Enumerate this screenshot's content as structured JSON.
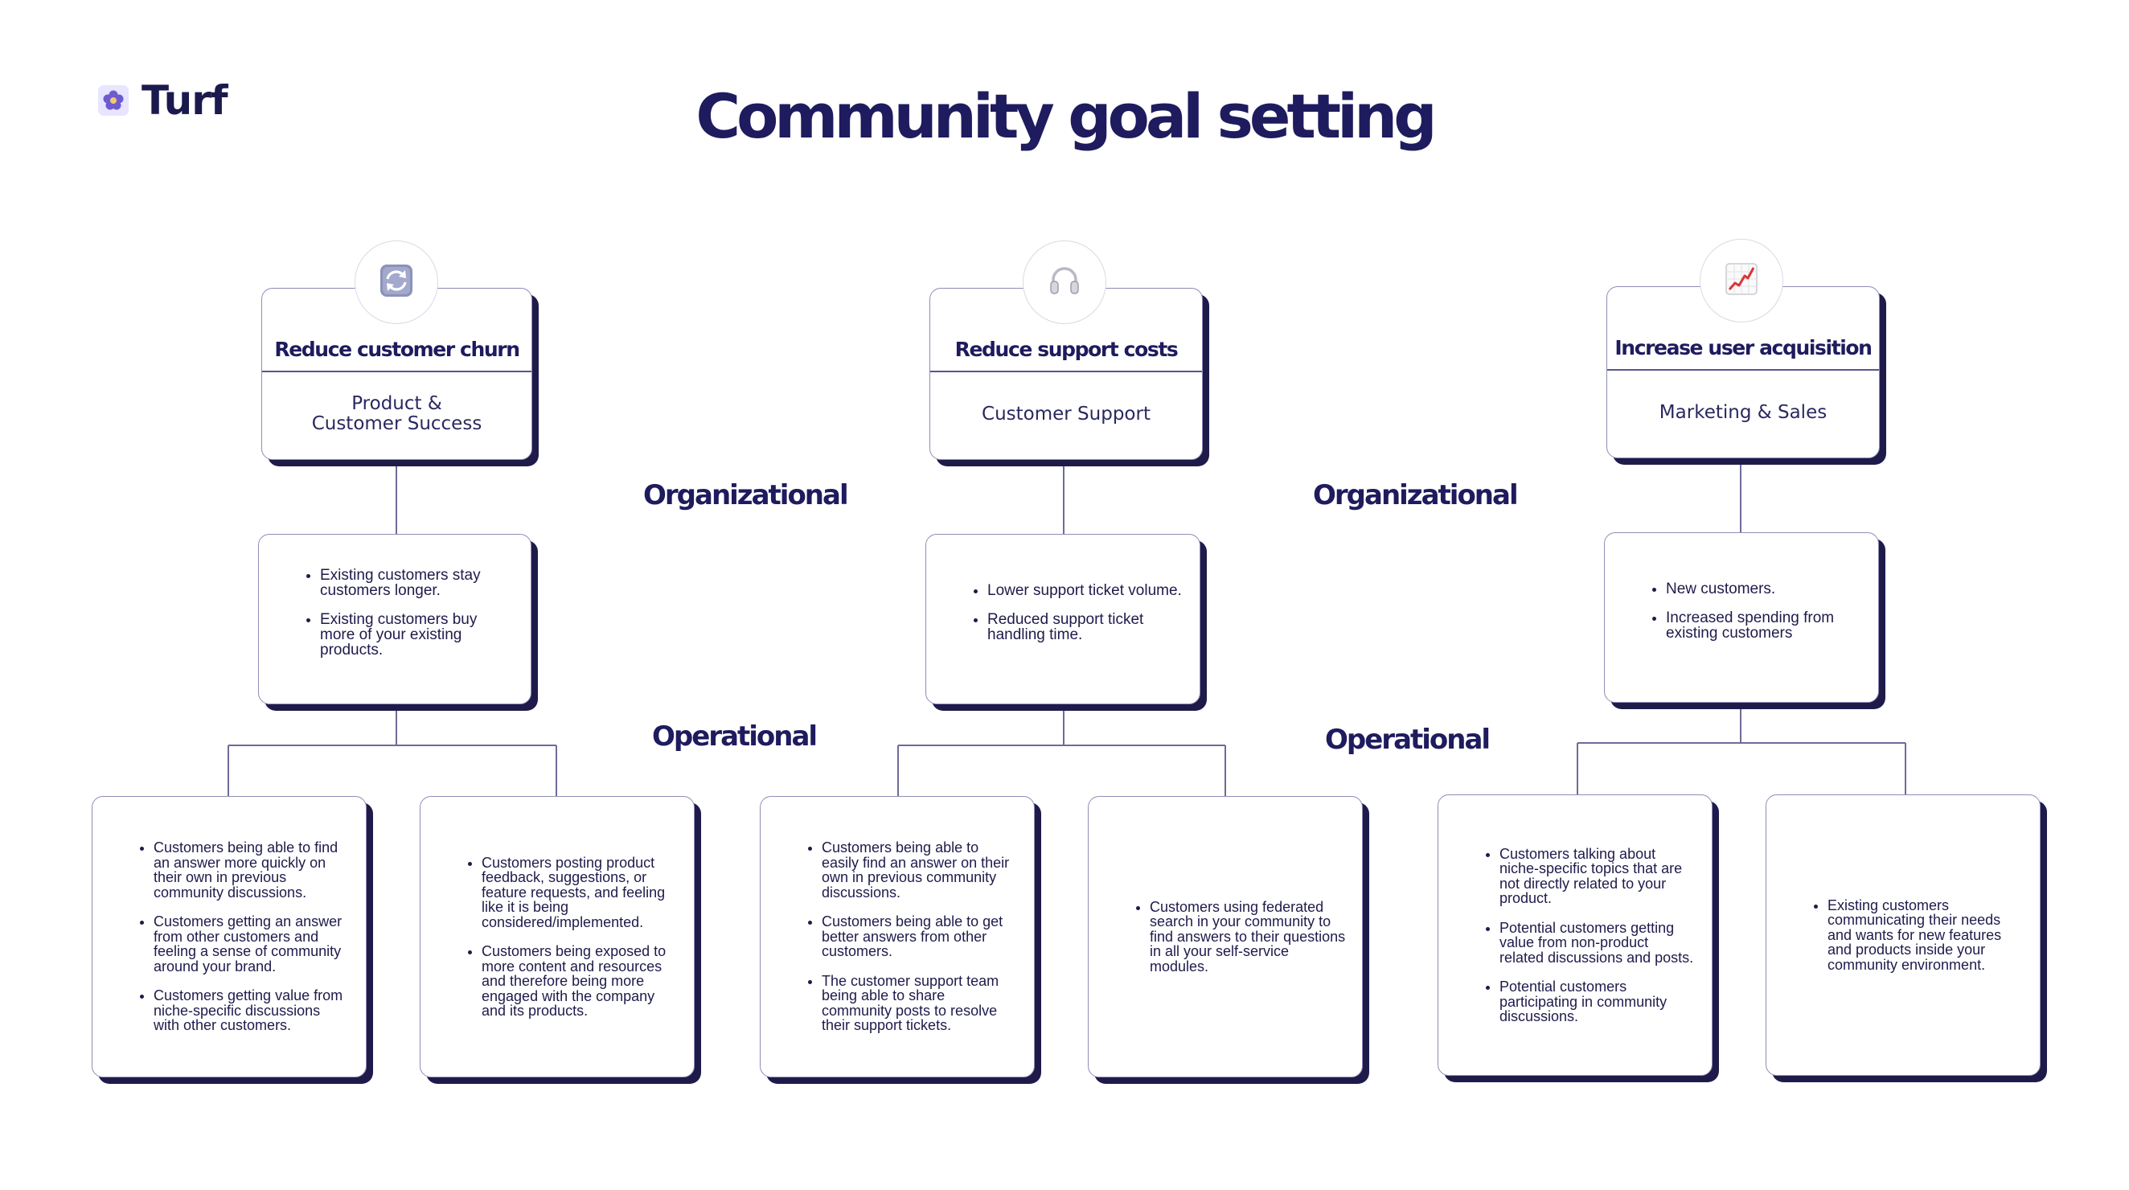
{
  "logo": {
    "text": "Turf"
  },
  "title": "Community goal setting",
  "level_labels": {
    "organizational": "Organizational",
    "operational": "Operational"
  },
  "columns": [
    {
      "icon": "refresh-icon",
      "goal": "Reduce customer churn",
      "team": "Product &\nCustomer Success",
      "organizational": [
        "Existing customers stay customers longer.",
        "Existing customers buy more of your existing products."
      ],
      "operational": [
        [
          "Customers being able to find an answer more quickly on their own in previous community discussions.",
          "Customers getting an answer from other customers and feeling a sense of community around your brand.",
          "Customers getting value from niche-specific discussions with other customers."
        ],
        [
          "Customers posting product feedback, suggestions, or feature requests, and feeling like it is being considered/implemented.",
          "Customers being exposed to more content and resources and therefore being more engaged with the company and its products."
        ]
      ]
    },
    {
      "icon": "headphones-icon",
      "goal": "Reduce support costs",
      "team": "Customer Support",
      "organizational": [
        "Lower support ticket volume.",
        "Reduced support ticket handling time."
      ],
      "operational": [
        [
          "Customers being able to easily find an answer on their own in previous community discussions.",
          "Customers being able to get better answers from other customers.",
          "The customer support team being able to share community posts to resolve their support tickets."
        ],
        [
          "Customers using federated search in your community to find answers to their questions in all your self-service modules."
        ]
      ]
    },
    {
      "icon": "chart-increasing-icon",
      "goal": "Increase user acquisition",
      "team": "Marketing & Sales",
      "organizational": [
        "New customers.",
        "Increased spending from existing customers"
      ],
      "operational": [
        [
          "Customers talking about niche-specific topics that are not directly related to your product.",
          "Potential customers getting value from non-product related discussions and posts.",
          "Potential customers participating in community discussions."
        ],
        [
          "Existing customers communicating their needs and wants for new features and products inside your community environment."
        ]
      ]
    }
  ]
}
